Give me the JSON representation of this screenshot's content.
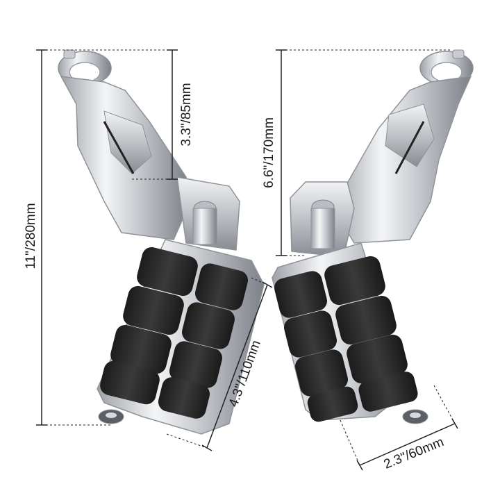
{
  "dimensions": {
    "total_height": "11\"/280mm",
    "clamp_height": "3.3\"/85mm",
    "bracket_height": "6.6\"/170mm",
    "peg_length": "4.3\"/110mm",
    "peg_width": "2.3\"/60mm"
  },
  "colors": {
    "chrome": "#d9dbde",
    "chrome_dark": "#8f9399",
    "rubber": "#2b2b2b",
    "dim_line": "#222222"
  }
}
